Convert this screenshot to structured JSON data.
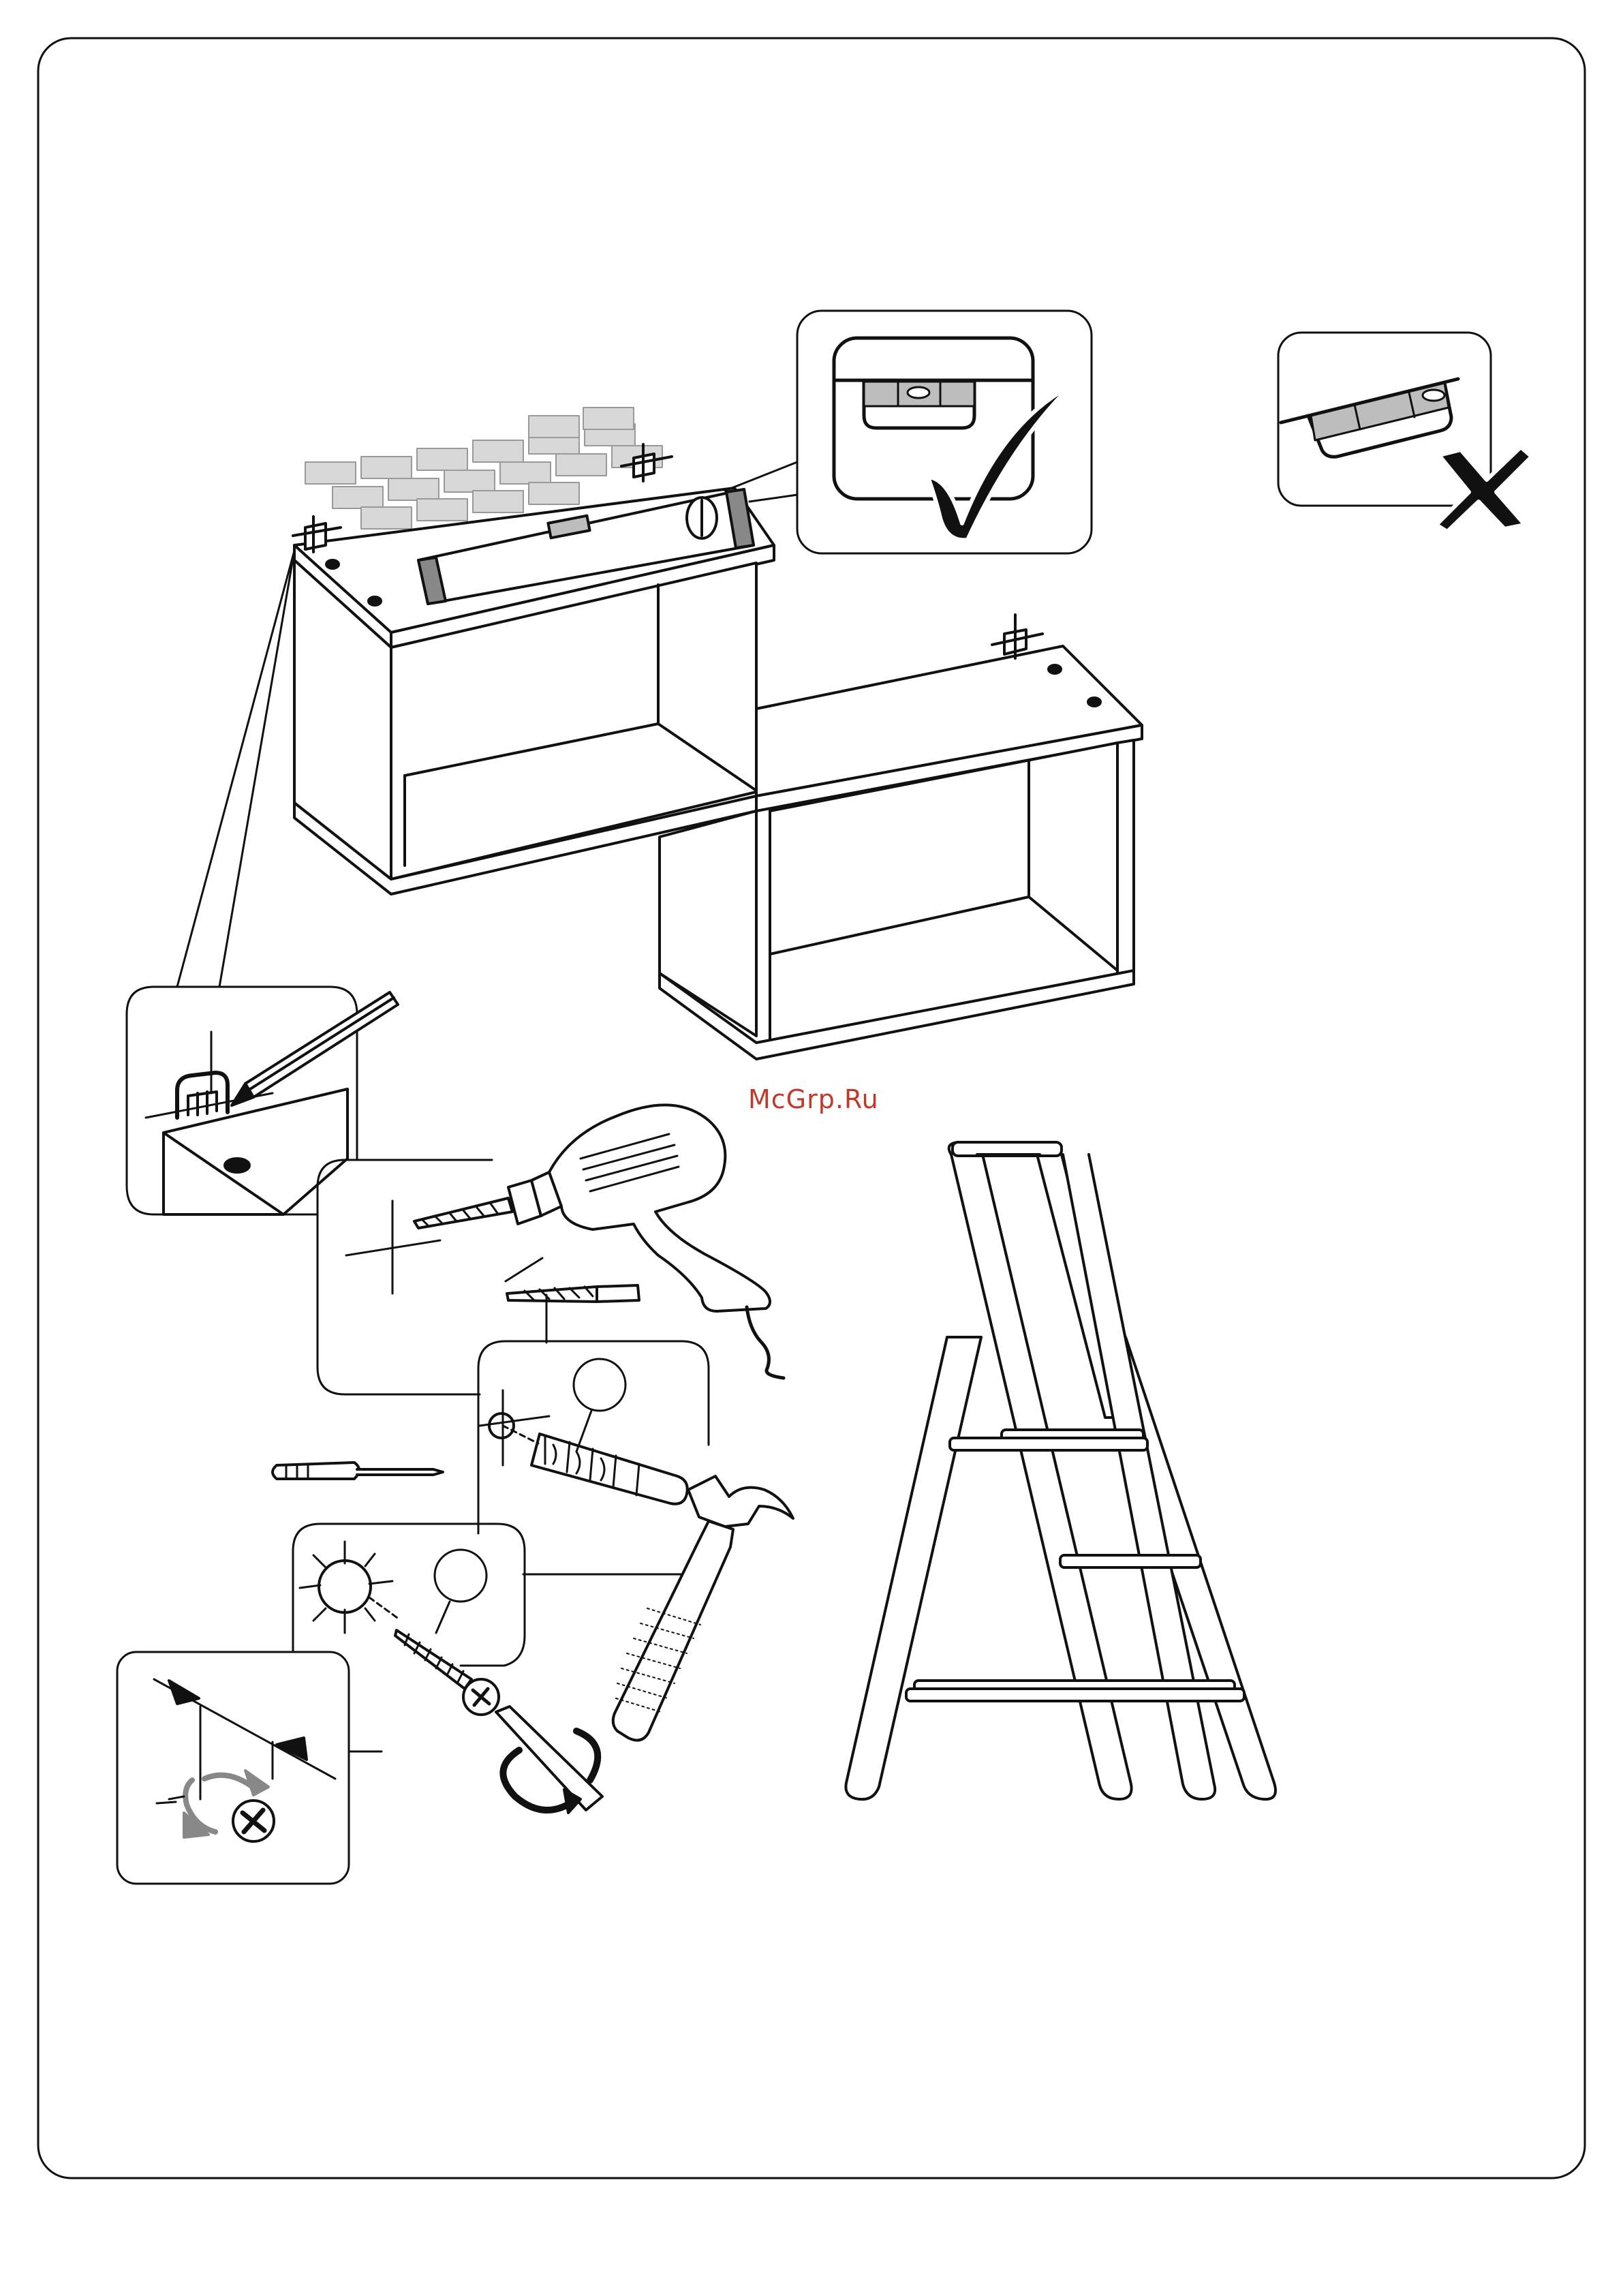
{
  "watermark": {
    "text": "McGrp.Ru",
    "color": "#c0392b"
  },
  "colors": {
    "ink": "#111111",
    "paper": "#ffffff",
    "brick": "#d8d8d8",
    "level_bubble": "#bdbdbd"
  },
  "panels": [
    {
      "name": "level-correct",
      "icon": "check-mark-icon"
    },
    {
      "name": "level-incorrect",
      "icon": "cross-mark-icon"
    },
    {
      "name": "mark-wall",
      "icon": "pencil-icon"
    },
    {
      "name": "drill-hole",
      "icon": "drill-icon"
    },
    {
      "name": "insert-plug",
      "icon": "hammer-icon"
    },
    {
      "name": "drive-screw",
      "icon": "screwdriver-icon"
    },
    {
      "name": "screw-gap",
      "icon": "screw-head-icon"
    }
  ],
  "tools": [
    "spirit-level-icon",
    "drill-icon",
    "drill-bit-icon",
    "screwdriver-icon",
    "hammer-icon",
    "stepladder-icon"
  ]
}
